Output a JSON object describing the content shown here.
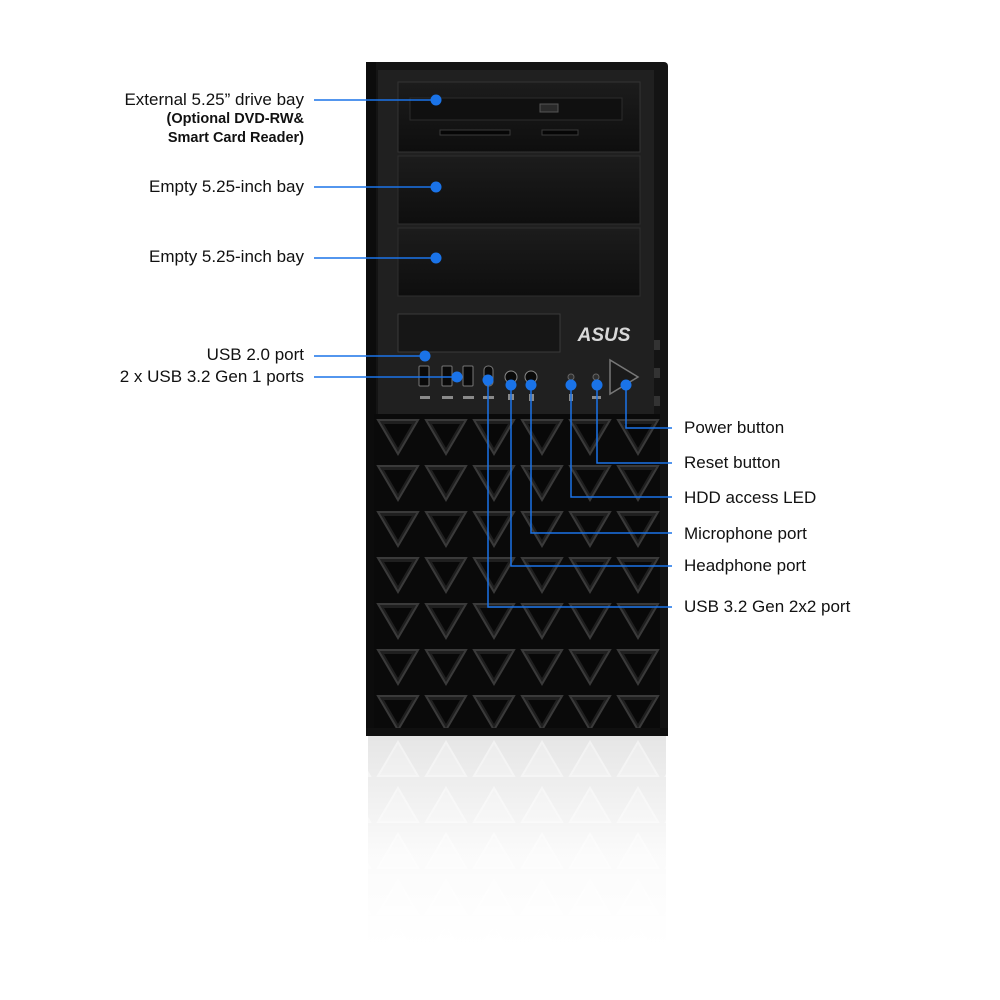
{
  "accent_color": "#1a73e8",
  "brand": {
    "logo_text": "ASUS"
  },
  "front_panel_icons": [
    "usb-icon",
    "usb-ss-icon",
    "usb-ss-icon",
    "usb-ss-10-icon",
    "headphone-icon",
    "microphone-icon",
    "hdd-led-icon",
    "reset-icon",
    "power-icon"
  ],
  "callouts_left": [
    {
      "id": "external-bay",
      "lines": [
        "External 5.25” drive bay",
        "(Optional DVD-RW&",
        "Smart Card Reader)"
      ]
    },
    {
      "id": "empty-bay-1",
      "lines": [
        "Empty 5.25-inch bay"
      ]
    },
    {
      "id": "empty-bay-2",
      "lines": [
        "Empty 5.25-inch bay"
      ]
    },
    {
      "id": "usb2",
      "lines": [
        "USB 2.0 port"
      ]
    },
    {
      "id": "usb3-gen1",
      "lines": [
        "2 x USB 3.2 Gen 1 ports"
      ]
    }
  ],
  "callouts_right": [
    {
      "id": "power-button",
      "lines": [
        "Power button"
      ]
    },
    {
      "id": "reset-button",
      "lines": [
        "Reset button"
      ]
    },
    {
      "id": "hdd-led",
      "lines": [
        "HDD access LED"
      ]
    },
    {
      "id": "microphone-port",
      "lines": [
        "Microphone port"
      ]
    },
    {
      "id": "headphone-port",
      "lines": [
        "Headphone port"
      ]
    },
    {
      "id": "usb-gen2x2",
      "lines": [
        "USB 3.2 Gen 2x2 port"
      ]
    }
  ]
}
